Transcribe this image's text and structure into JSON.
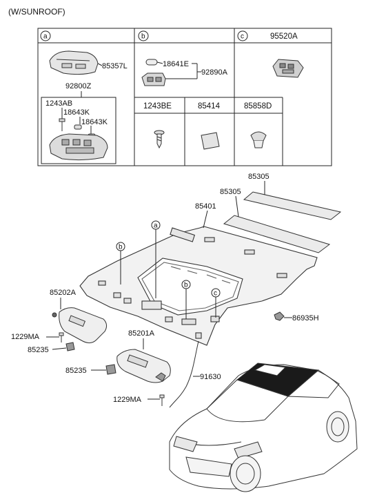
{
  "title": "(W/SUNROOF)",
  "table": {
    "cell_a": {
      "circle": "a",
      "parts": {
        "lamp": "85357L",
        "assy": "92800Z"
      },
      "subbox": {
        "bolt": "1243AB",
        "bulb1": "18643K",
        "bulb2": "18643K"
      }
    },
    "cell_b": {
      "circle": "b",
      "parts": {
        "bulb": "18641E",
        "lamp": "92890A"
      }
    },
    "cell_c": {
      "circle": "c",
      "parts": {
        "lamp": "95520A"
      }
    },
    "row2": [
      "1243BE",
      "85414",
      "85858D"
    ]
  },
  "diagram": {
    "labels": {
      "strip_top": "85305",
      "strip_mid": "85305",
      "headliner": "85401",
      "visor_left": "85202A",
      "screw_left": "1229MA",
      "holder_left": "85235",
      "visor_right": "85201A",
      "holder_right": "85235",
      "wire": "91630",
      "screw_right": "1229MA",
      "clip": "86935H"
    },
    "callouts": {
      "a": "a",
      "b1": "b",
      "b2": "b",
      "c": "c"
    }
  }
}
